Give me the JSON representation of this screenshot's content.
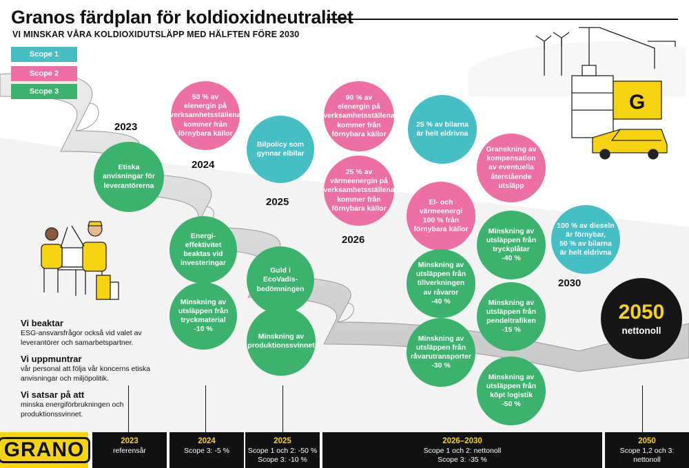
{
  "title": "Granos färdplan för koldioxidneutralitet",
  "subtitle": "VI MINSKAR VÅRA KOLDIOXIDUTSLÄPP MED HÄLFTEN FÖRE 2030",
  "colors": {
    "scope1": "#45bfc4",
    "scope2": "#ee6fa3",
    "scope3": "#3cb36c",
    "accent": "#f5d40f",
    "dark": "#161616"
  },
  "legend": [
    "Scope 1",
    "Scope 2",
    "Scope 3"
  ],
  "years": [
    "2023",
    "2024",
    "2025",
    "2026",
    "2030"
  ],
  "bubbles": [
    {
      "scope": 3,
      "lines": [
        "Etiska",
        "anvisningar för",
        "leverantörerna"
      ]
    },
    {
      "scope": 2,
      "lines": [
        "50 % av",
        "elenergin på",
        "verksamhetsställena",
        "kommer från",
        "förnybara källor"
      ]
    },
    {
      "scope": 3,
      "lines": [
        "Energi-",
        "effektivitet",
        "beaktas vid",
        "investeringar"
      ]
    },
    {
      "scope": 3,
      "lines": [
        "Minskning av",
        "utsläppen från",
        "tryckmaterial",
        "-10 %"
      ]
    },
    {
      "scope": 1,
      "lines": [
        "Bilpolicy som",
        "gynnar elbilar"
      ]
    },
    {
      "scope": 3,
      "lines": [
        "Guld i EcoVadis-",
        "bedömningen"
      ]
    },
    {
      "scope": 3,
      "lines": [
        "Minskning av",
        "produktionssvinnet"
      ]
    },
    {
      "scope": 2,
      "lines": [
        "90 % av",
        "elenergin på",
        "verksamhetsställena",
        "kommer från",
        "förnybara källor"
      ]
    },
    {
      "scope": 2,
      "lines": [
        "25 % av",
        "värmeenergin på",
        "verksamhetsställena",
        "kommer från",
        "förnybara källor"
      ]
    },
    {
      "scope": 1,
      "lines": [
        "25 % av bilarna",
        "är helt eldrivna"
      ]
    },
    {
      "scope": 2,
      "lines": [
        "El- och",
        "värmeenergi",
        "100 % från",
        "förnybara källor"
      ]
    },
    {
      "scope": 3,
      "lines": [
        "Minskning av",
        "utsläppen från",
        "tillverkningen",
        "av råvaror",
        "-40 %"
      ]
    },
    {
      "scope": 3,
      "lines": [
        "Minskning av",
        "utsläppen från",
        "råvarutransporter",
        "-30 %"
      ]
    },
    {
      "scope": 2,
      "lines": [
        "Granskning av",
        "kompensation",
        "av eventuella",
        "återstående",
        "utsläpp"
      ]
    },
    {
      "scope": 3,
      "lines": [
        "Minskning av",
        "utsläppen från",
        "tryckplåtar",
        "-40 %"
      ]
    },
    {
      "scope": 3,
      "lines": [
        "Minskning av",
        "utsläppen från",
        "pendeltrafiken",
        "-15 %"
      ]
    },
    {
      "scope": 3,
      "lines": [
        "Minskning av",
        "utsläppen från",
        "köpt logistik",
        "-50 %"
      ]
    },
    {
      "scope": 1,
      "lines": [
        "100 % av dieseln",
        "är förnybar,",
        "50 % av bilarna",
        "är helt eldrivna"
      ]
    }
  ],
  "goal": {
    "year": "2050",
    "label": "nettonoll"
  },
  "side": [
    {
      "heading": "Vi beaktar",
      "text": "ESG-ansvarsfrågor också vid valet av leverantörer och samarbetspartner."
    },
    {
      "heading": "Vi uppmuntrar",
      "text": "vår personal att följa vår koncerns etiska anvisningar och miljöpolitik."
    },
    {
      "heading": "Vi satsar på att",
      "text": "minska energiförbrukningen och produktionssvinnet."
    }
  ],
  "logo": "GRANO",
  "timeline": [
    {
      "year": "2023",
      "lines": [
        "referensår"
      ]
    },
    {
      "year": "2024",
      "lines": [
        "Scope 3: -5 %"
      ]
    },
    {
      "year": "2025",
      "lines": [
        "Scope 1 och 2: -50 %",
        "Scope 3: -10 %"
      ]
    },
    {
      "year": "2026–2030",
      "lines": [
        "Scope 1 och 2: nettonoll",
        "Scope 3: -35 %"
      ]
    },
    {
      "year": "2050",
      "lines": [
        "Scope 1,2 och 3:",
        "nettonoll"
      ]
    }
  ]
}
